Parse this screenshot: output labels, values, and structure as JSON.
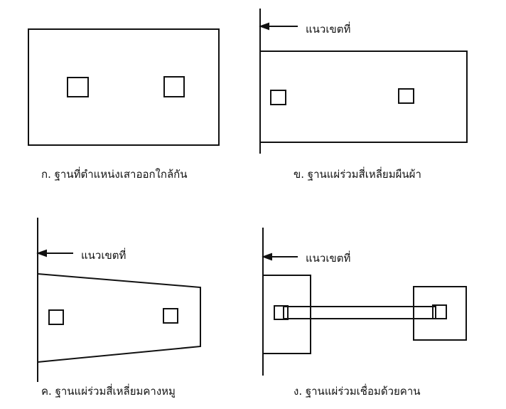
{
  "boundary_label": "แนวเขตที่",
  "captions": {
    "a": "ก. ฐานที่ตำแหน่งเสาออกใกล้กัน",
    "b": "ข. ฐานแผ่ร่วมสี่เหลี่ยมผืนผ้า",
    "c": "ค. ฐานแผ่ร่วมสี่เหลี่ยมคางหมู",
    "d": "ง. ฐานแผ่ร่วมเชื่อมด้วยคาน"
  },
  "colors": {
    "stroke": "#111111",
    "background": "#ffffff"
  }
}
